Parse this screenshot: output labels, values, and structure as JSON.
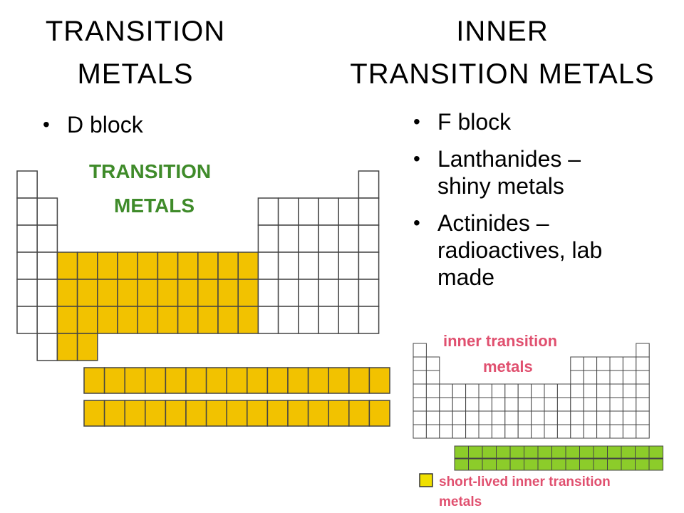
{
  "slide": {
    "left_title_line1": "TRANSITION",
    "left_title_line2": "METALS",
    "right_title_line1": "INNER",
    "right_title_line2": "TRANSITION METALS",
    "left_bullets": [
      "D block"
    ],
    "right_bullets": [
      {
        "line1": "F block",
        "line2": ""
      },
      {
        "line1": "Lanthanides –",
        "line2": "shiny metals"
      },
      {
        "line1": "Actinides –",
        "line2": "radioactives, lab"
      },
      {
        "line3": "made"
      }
    ],
    "bullet_glyph": "•"
  },
  "left_figure": {
    "label_line1": "TRANSITION",
    "label_line2": "METALS",
    "label_color": "#3f8b2a",
    "highlight_color": "#f2c200",
    "cell_border": "#444444"
  },
  "right_figure": {
    "label_line1": "inner transition",
    "label_line2": "metals",
    "label_color": "#e0506f",
    "legend_text_line1": "short-lived inner transition",
    "legend_text_line2": "metals",
    "legend_color": "#f0e000",
    "green_row_color": "#8ccc2a"
  }
}
